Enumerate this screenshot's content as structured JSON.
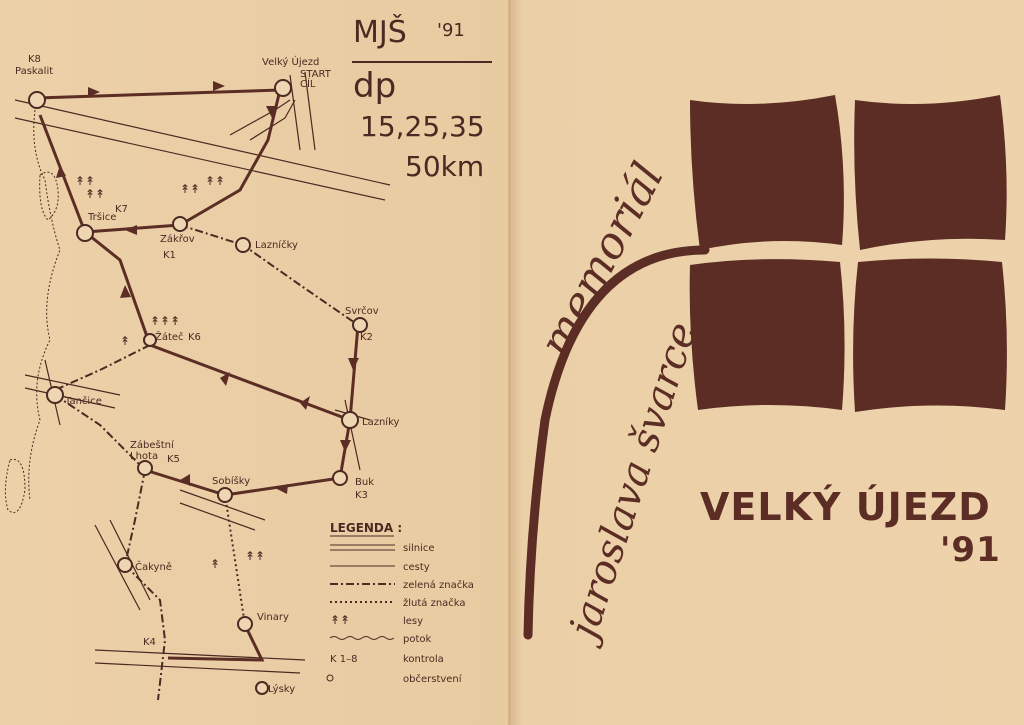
{
  "header": {
    "club": "MJŠ",
    "year": "'91",
    "type": "dp",
    "distances": "15,25,35",
    "max_distance": "50km"
  },
  "cover": {
    "line1": "memoriál",
    "line2": "jaroslava švarce",
    "title": "VELKÝ ÚJEZD",
    "year": "'91",
    "brand_color": "#5b2d25"
  },
  "map": {
    "places": {
      "k8": "K8",
      "paskalit": "Paskalit",
      "velky_ujezd": "Velký Újezd",
      "start": "START",
      "cil": "CÍL",
      "trsice": "Tršice",
      "k7": "K7",
      "zakrov": "Zákřov",
      "k1": "K1",
      "lazni": "Lazníčky",
      "svrcov": "Svrčov",
      "k2": "K2",
      "zatec": "Žáteč",
      "k6": "K6",
      "tancice": "Tančice",
      "lazniky": "Lazníky",
      "zabestni": "Zábeštní",
      "lhota": "Lhota",
      "k5": "K5",
      "sobisky": "Sobíšky",
      "buk": "Buk",
      "k3": "K3",
      "cakyne": "Čakyně",
      "vinary": "Vinary",
      "k4": "K4",
      "lysky": "Lýsky"
    },
    "legend": {
      "title": "LEGENDA :",
      "items": [
        "silnice",
        "cesty",
        "zelená značka",
        "žlutá značka",
        "lesy",
        "potok",
        "kontrola",
        "občerstvení"
      ],
      "k_range": "K 1–8"
    }
  }
}
